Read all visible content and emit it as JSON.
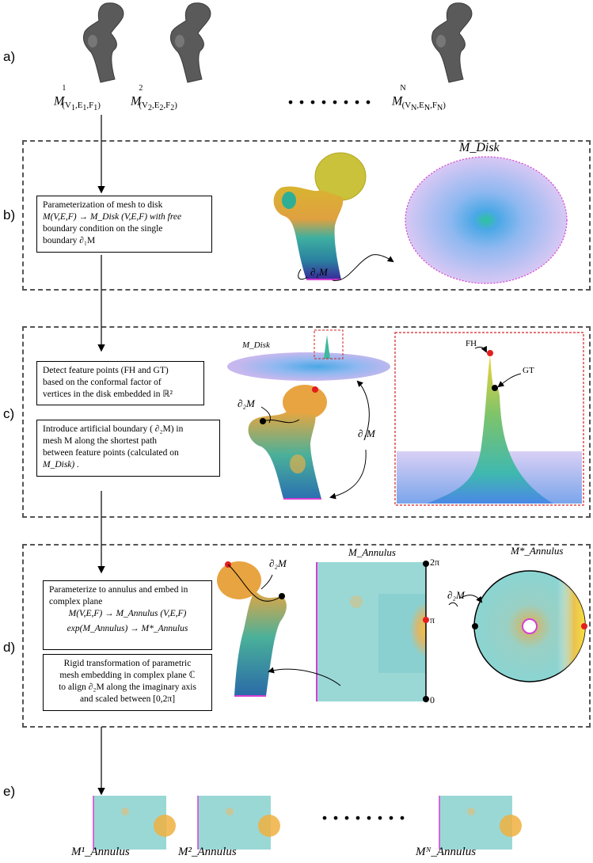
{
  "rows": {
    "a": "a)",
    "b": "b)",
    "c": "c)",
    "d": "d)",
    "e": "e)"
  },
  "meshes": {
    "m1": "M(V₁,E₁,F₁)",
    "m1_sup": "1",
    "m2": "M(V₂,E₂,F₂)",
    "m2_sup": "2",
    "mn": "M(V_N,E_N,F_N)",
    "mn_sup": "N",
    "ellipsis": "........"
  },
  "step_b": {
    "line1": "Parameterization of mesh to disk",
    "line2": "M(V,E,F) → M_Disk (V,E,F) with free",
    "line3": "boundary condition on the single",
    "line4": "boundary ∂₁M",
    "disk_title": "M_Disk",
    "boundary_label": "∂₁M"
  },
  "step_c": {
    "box1_line1": "Detect feature points (FH and GT)",
    "box1_line2": "based on the conformal factor of",
    "box1_line3": "vertices in the disk embedded in ℝ²",
    "box2_line1": "Introduce artificial boundary ( ∂₂M) in",
    "box2_line2": "mesh   M   along the shortest path",
    "box2_line3": "between feature points (calculated on",
    "box2_line4": "M_Disk) .",
    "disk_label": "M_Disk",
    "d2m": "∂₂M",
    "d1m": "∂₁M",
    "fh": "FH",
    "gt": "GT"
  },
  "step_d": {
    "box1_line1": "Parameterize to annulus and embed in",
    "box1_line2": "complex plane",
    "box1_line3": "M(V,E,F) → M_Annulus (V,E,F)",
    "box1_line4": "exp(M_Annulus) → M*_Annulus",
    "box2_line1": "Rigid transformation of parametric",
    "box2_line2": "mesh embedding in complex plane ℂ",
    "box2_line3": "to align ∂₂M along the imaginary axis",
    "box2_line4": "and scaled between [0,2π]",
    "annulus_title": "M_Annulus",
    "annulus_star_title": "M*_Annulus",
    "d2m_a": "∂₂M",
    "d2m_b": "∂₂M",
    "tick_2pi": "2π",
    "tick_pi": "π",
    "tick_0": "0"
  },
  "step_e": {
    "a1": "M¹_Annulus",
    "a2": "M²_Annulus",
    "an": "Mᴺ_Annulus",
    "ellipsis": "........"
  },
  "colors": {
    "bone": "#555555",
    "mesh_blue": "#5b8fd9",
    "mesh_purple": "#8a5bd0",
    "yellow": "#f3d23a",
    "teal": "#3fb8b0",
    "red_dot": "#e41e1e",
    "boundary_magenta": "#d43fd4",
    "dash_red": "#d62020"
  }
}
